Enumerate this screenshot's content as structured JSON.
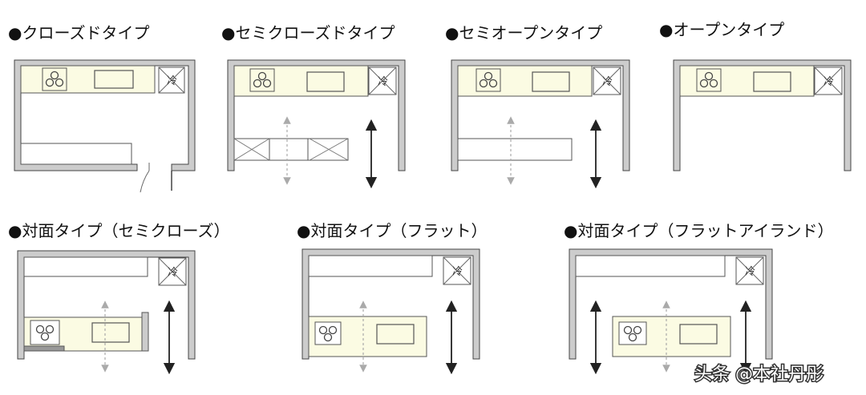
{
  "labels": {
    "closed": "●クローズドタイプ",
    "semi_closed": "●セミクローズドタイプ",
    "semi_open": "●セミオープンタイプ",
    "open": "●オープンタイプ",
    "facing_semi_closed": "●対面タイプ（セミクローズ）",
    "facing_flat": "●対面タイプ（フラット）",
    "facing_flat_island": "●対面タイプ（フラットアイランド）"
  },
  "fridge_label": "冷",
  "watermark": "头条 @本社丹彤",
  "colors": {
    "wall_fill": "#cccccc",
    "wall_stroke": "#444444",
    "counter_fill": "#fbfbe3",
    "line": "#555555",
    "arrow_dark": "#222222",
    "arrow_light": "#aaaaaa"
  }
}
